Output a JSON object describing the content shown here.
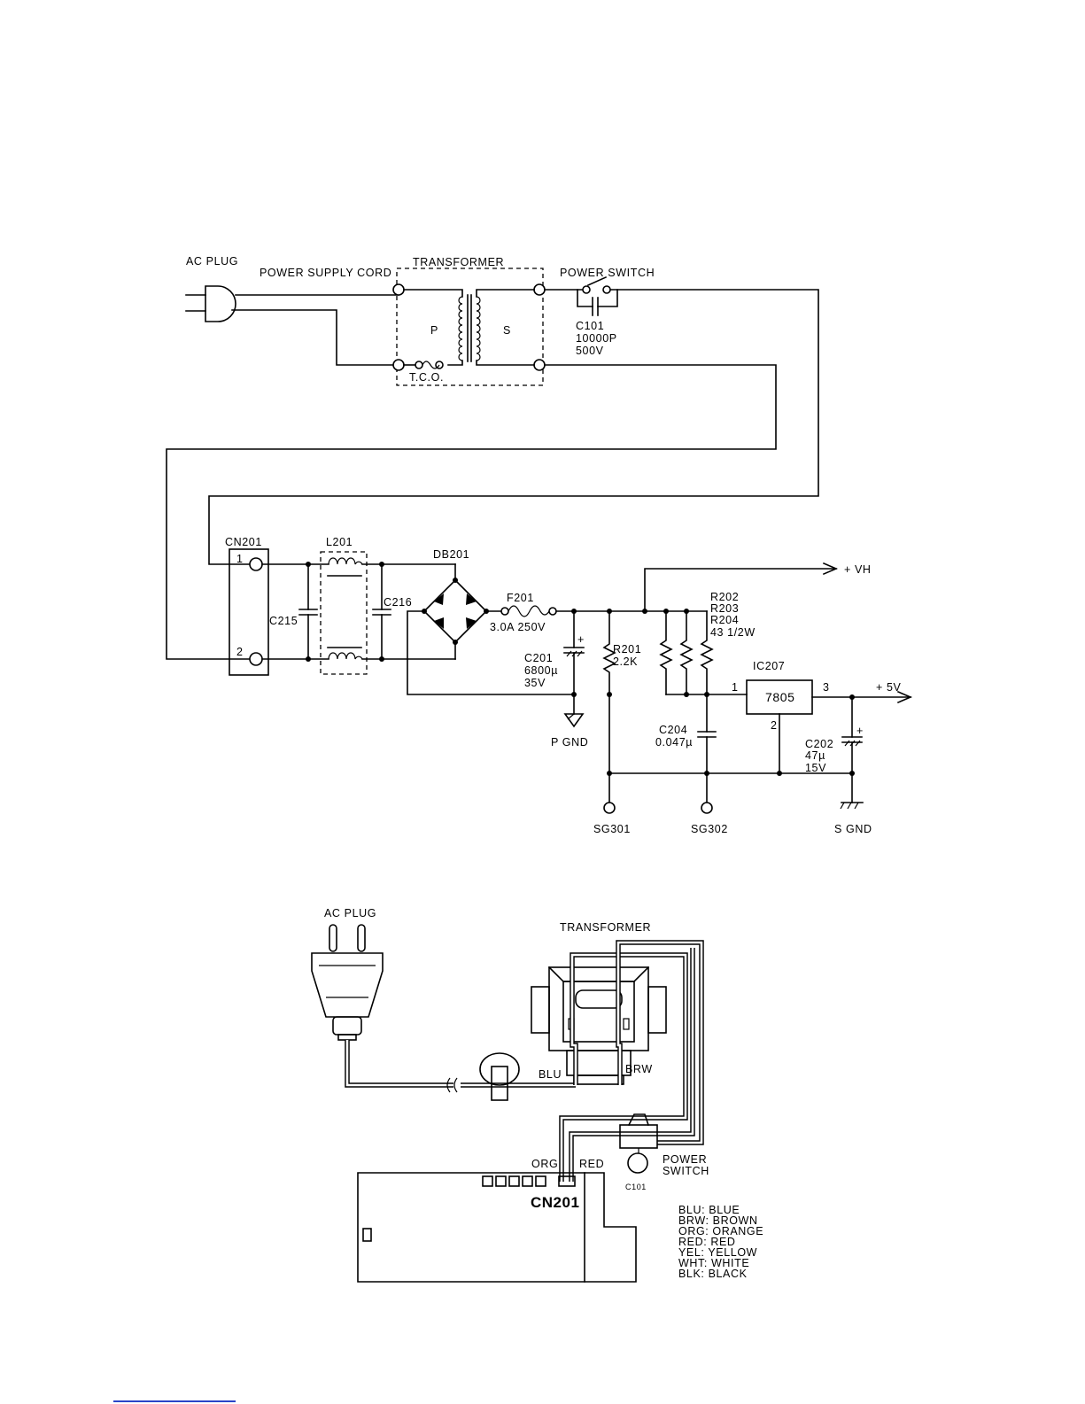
{
  "schematic": {
    "ac_plug": "AC PLUG",
    "power_supply_cord": "POWER SUPPLY CORD",
    "transformer": "TRANSFORMER",
    "primary": "P",
    "secondary": "S",
    "tco": "T.C.O.",
    "power_switch": "POWER SWITCH",
    "c101": [
      "C101",
      "10000P",
      "500V"
    ],
    "cn201": "CN201",
    "pin1": "1",
    "pin2": "2",
    "c215": "C215",
    "l201": "L201",
    "c216": "C216",
    "db201": "DB201",
    "f201": [
      "F201",
      "3.0A 250V"
    ],
    "c201": [
      "C201",
      "6800µ",
      "35V"
    ],
    "r201": [
      "R201",
      "2.2K"
    ],
    "r202_204": [
      "R202",
      "R203",
      "R204",
      "43 1/2W"
    ],
    "vh": "+ VH",
    "ic207": "IC207",
    "ic_part": "7805",
    "ic_pin1": "1",
    "ic_pin2": "2",
    "ic_pin3": "3",
    "plus5v": "+ 5V",
    "c204": [
      "C204",
      "0.047µ"
    ],
    "c202": [
      "C202",
      "47µ",
      "15V"
    ],
    "pgnd": "P GND",
    "sg301": "SG301",
    "sg302": "SG302",
    "sgnd": "S GND"
  },
  "wiring": {
    "ac_plug": "AC PLUG",
    "transformer": "TRANSFORMER",
    "blu": "BLU",
    "brw": "BRW",
    "org": "ORG",
    "red": "RED",
    "cn201": "CN201",
    "c101": "C101",
    "power_switch": [
      "POWER",
      "SWITCH"
    ]
  },
  "legend": [
    "BLU: BLUE",
    "BRW: BROWN",
    "ORG: ORANGE",
    "RED: RED",
    "YEL: YELLOW",
    "WHT: WHITE",
    "BLK: BLACK"
  ]
}
